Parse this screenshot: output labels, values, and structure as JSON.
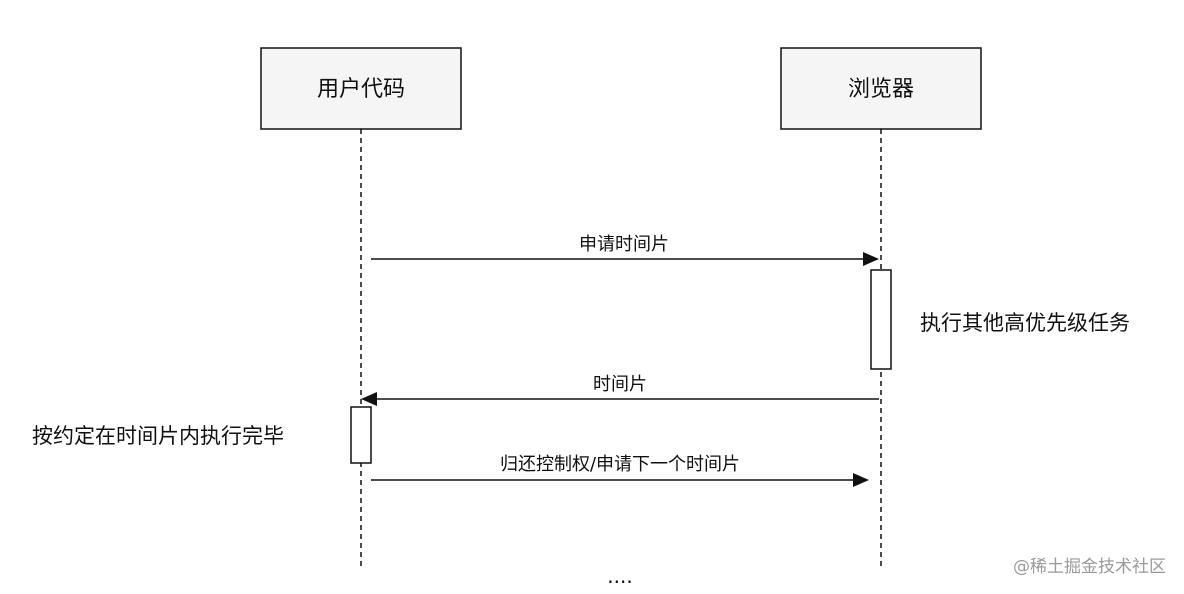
{
  "participants": {
    "user_code": "用户代码",
    "browser": "浏览器"
  },
  "messages": {
    "request_time_slice": "申请时间片",
    "time_slice": "时间片",
    "return_control": "归还控制权/申请下一个时间片"
  },
  "notes": {
    "browser_task": "执行其他高优先级任务",
    "user_task": "按约定在时间片内执行完毕"
  },
  "ellipsis": "....",
  "watermark": "@稀土掘金技术社区"
}
